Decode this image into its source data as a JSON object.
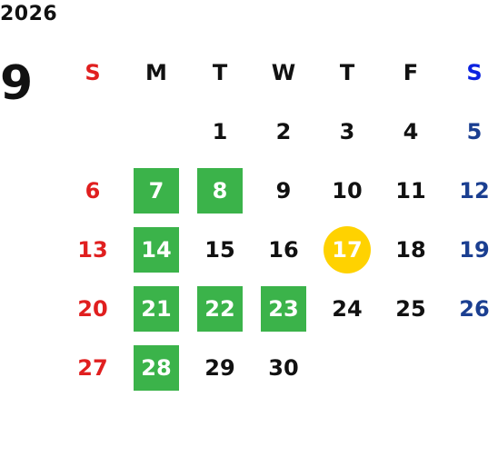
{
  "calendar": {
    "year": "2026",
    "month": "9",
    "weekdays": [
      "S",
      "M",
      "T",
      "W",
      "T",
      "F",
      "S"
    ],
    "weeks": [
      [
        "",
        "",
        "1",
        "2",
        "3",
        "4",
        "5"
      ],
      [
        "6",
        "7",
        "8",
        "9",
        "10",
        "11",
        "12"
      ],
      [
        "13",
        "14",
        "15",
        "16",
        "17",
        "18",
        "19"
      ],
      [
        "20",
        "21",
        "22",
        "23",
        "24",
        "25",
        "26"
      ],
      [
        "27",
        "28",
        "29",
        "30",
        "",
        "",
        ""
      ]
    ],
    "highlighted_days": [
      "7",
      "8",
      "14",
      "21",
      "22",
      "23",
      "28"
    ],
    "today": "17"
  },
  "colors": {
    "highlight": "#3bb34a",
    "today": "#ffd200",
    "sunday": "#e01f1f",
    "saturday": "#1b3f91",
    "saturday_header": "#0b22e0",
    "text": "#111111"
  }
}
